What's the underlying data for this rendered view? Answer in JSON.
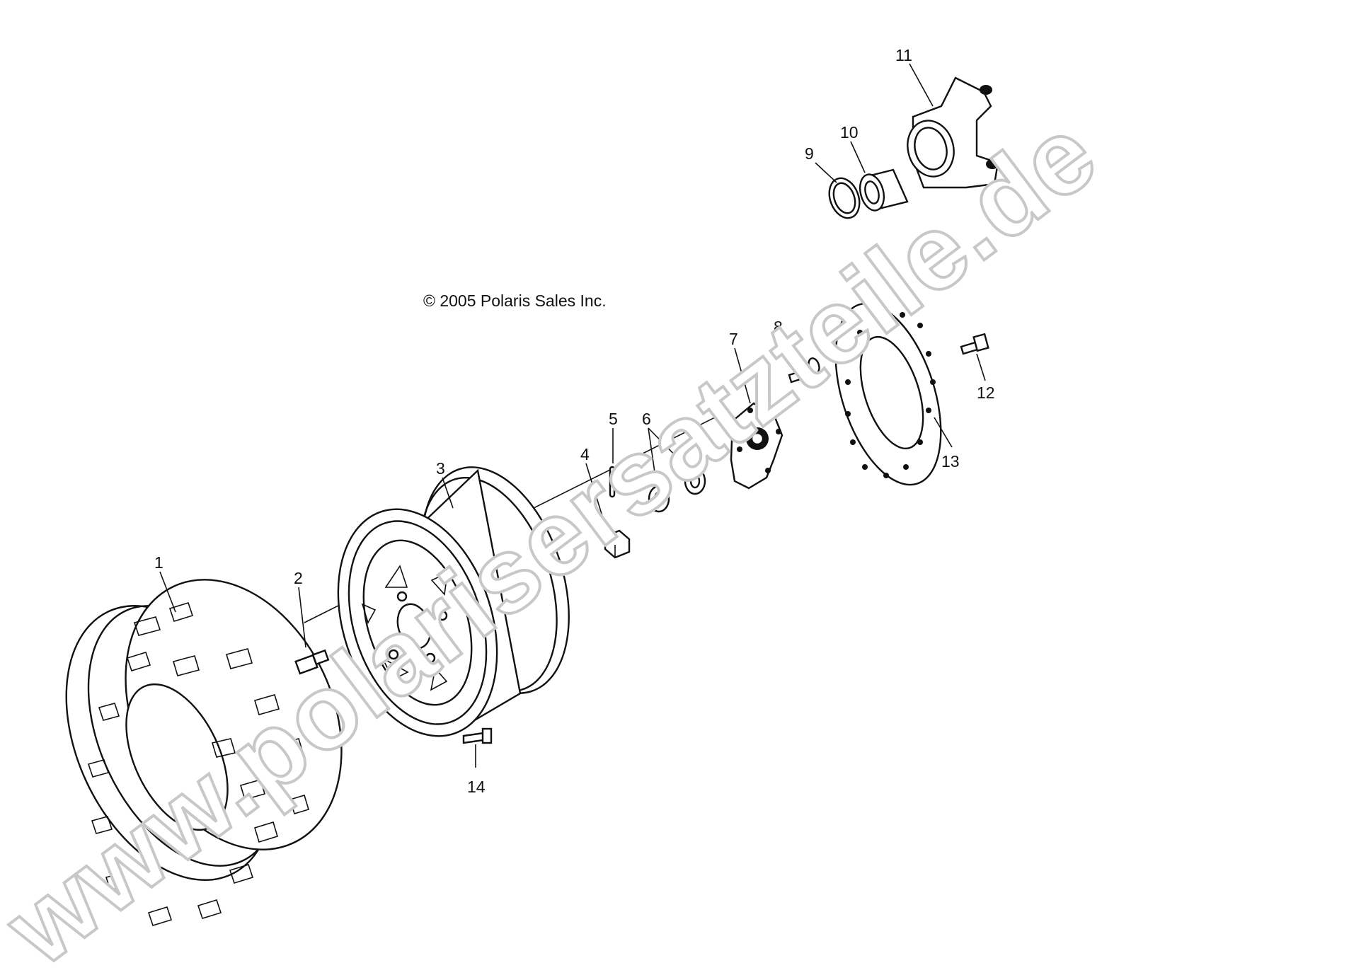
{
  "copyright": "© 2005 Polaris Sales Inc.",
  "watermark": "www.polarisersatzteile.de",
  "callouts": [
    {
      "id": "1",
      "label": "1"
    },
    {
      "id": "2",
      "label": "2"
    },
    {
      "id": "3",
      "label": "3"
    },
    {
      "id": "4",
      "label": "4"
    },
    {
      "id": "5",
      "label": "5"
    },
    {
      "id": "6",
      "label": "6"
    },
    {
      "id": "7",
      "label": "7"
    },
    {
      "id": "8",
      "label": "8"
    },
    {
      "id": "9",
      "label": "9"
    },
    {
      "id": "10",
      "label": "10"
    },
    {
      "id": "11",
      "label": "11"
    },
    {
      "id": "12",
      "label": "12"
    },
    {
      "id": "13",
      "label": "13"
    },
    {
      "id": "14",
      "label": "14"
    }
  ],
  "colors": {
    "line": "#111111",
    "watermark_stroke": "#c8c8c8",
    "background": "#ffffff"
  }
}
